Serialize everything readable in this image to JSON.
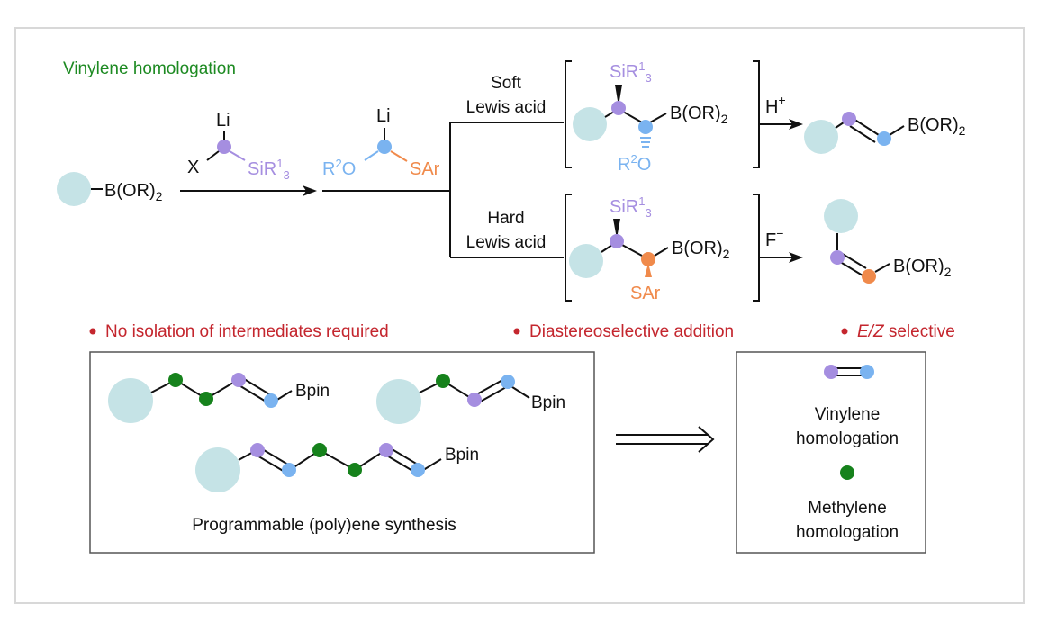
{
  "title": "Vinylene homologation",
  "reagents": {
    "start_substituent": "B(OR)2",
    "lithio_li": "Li",
    "lithio_x": "X",
    "lithio_si": "SiR13",
    "int_li": "Li",
    "int_o": "R2O",
    "int_s": "SAr"
  },
  "upper_branch": {
    "condition_line1": "Soft",
    "condition_line2": "Lewis acid",
    "int_si": "SiR13",
    "int_b": "B(OR)2",
    "int_o": "R2O",
    "reagent": "H+",
    "product_b": "B(OR)2"
  },
  "lower_branch": {
    "condition_line1": "Hard",
    "condition_line2": "Lewis acid",
    "int_si": "SiR13",
    "int_b": "B(OR)2",
    "int_s": "SAr",
    "reagent": "F−",
    "product_b": "B(OR)2"
  },
  "features": [
    "No isolation of intermediates required",
    "Diastereoselective addition",
    "E/Z selective"
  ],
  "synthesis_box": {
    "chain_label": "Bpin",
    "caption": "Programmable (poly)ene synthesis"
  },
  "legend": {
    "vinylene_line1": "Vinylene",
    "vinylene_line2": "homologation",
    "methylene_line1": "Methylene",
    "methylene_line2": "homologation"
  },
  "colors": {
    "title_green": "#1d8a22",
    "feature_red": "#c4262e",
    "silicon_purple": "#a58ee0",
    "oxygen_blue": "#7ab3f0",
    "sulfur_orange": "#f08a4b",
    "methylene_green": "#16821c",
    "substrate_teal": "#c5e3e6"
  }
}
